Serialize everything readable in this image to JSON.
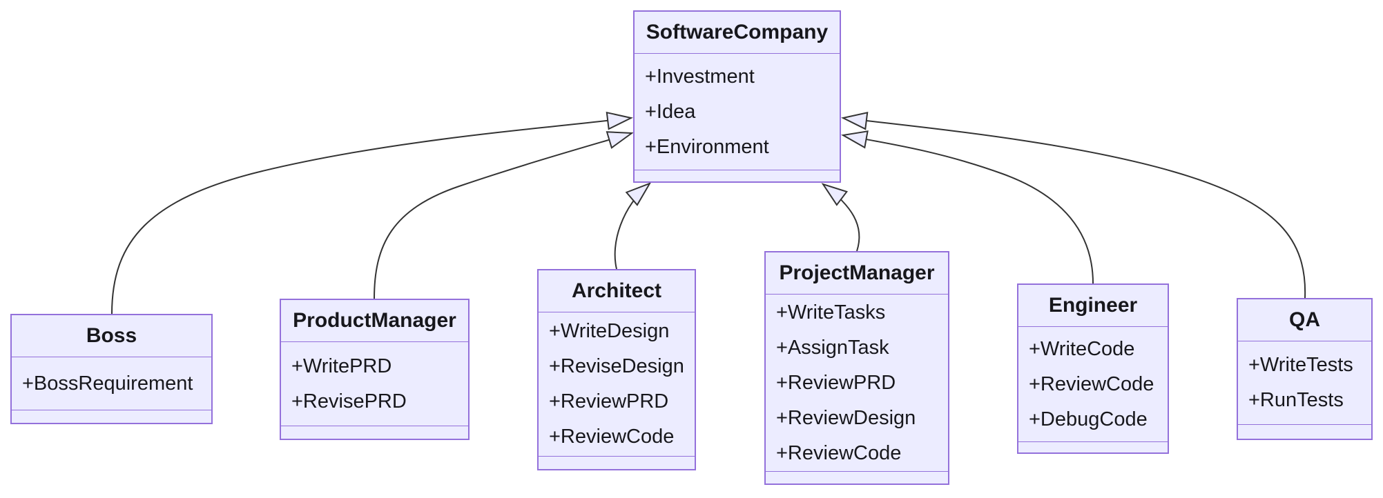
{
  "diagram": {
    "type": "uml-class-diagram",
    "colors": {
      "background": "#ffffff",
      "node_fill": "#ECECFF",
      "node_border": "#9370DB",
      "edge_line": "#333333",
      "text": "#17171c"
    },
    "classes": [
      {
        "name": "SoftwareCompany",
        "attributes": [
          "+Investment",
          "+Idea",
          "+Environment"
        ],
        "methods": []
      },
      {
        "name": "Boss",
        "attributes": [
          "+BossRequirement"
        ],
        "methods": []
      },
      {
        "name": "ProductManager",
        "attributes": [
          "+WritePRD",
          "+RevisePRD"
        ],
        "methods": []
      },
      {
        "name": "Architect",
        "attributes": [
          "+WriteDesign",
          "+ReviseDesign",
          "+ReviewPRD",
          "+ReviewCode"
        ],
        "methods": []
      },
      {
        "name": "ProjectManager",
        "attributes": [
          "+WriteTasks",
          "+AssignTask",
          "+ReviewPRD",
          "+ReviewDesign",
          "+ReviewCode"
        ],
        "methods": []
      },
      {
        "name": "Engineer",
        "attributes": [
          "+WriteCode",
          "+ReviewCode",
          "+DebugCode"
        ],
        "methods": []
      },
      {
        "name": "QA",
        "attributes": [
          "+WriteTests",
          "+RunTests"
        ],
        "methods": []
      }
    ],
    "relationships": [
      {
        "from": "Boss",
        "to": "SoftwareCompany",
        "type": "inheritance"
      },
      {
        "from": "ProductManager",
        "to": "SoftwareCompany",
        "type": "inheritance"
      },
      {
        "from": "Architect",
        "to": "SoftwareCompany",
        "type": "inheritance"
      },
      {
        "from": "ProjectManager",
        "to": "SoftwareCompany",
        "type": "inheritance"
      },
      {
        "from": "Engineer",
        "to": "SoftwareCompany",
        "type": "inheritance"
      },
      {
        "from": "QA",
        "to": "SoftwareCompany",
        "type": "inheritance"
      }
    ]
  }
}
